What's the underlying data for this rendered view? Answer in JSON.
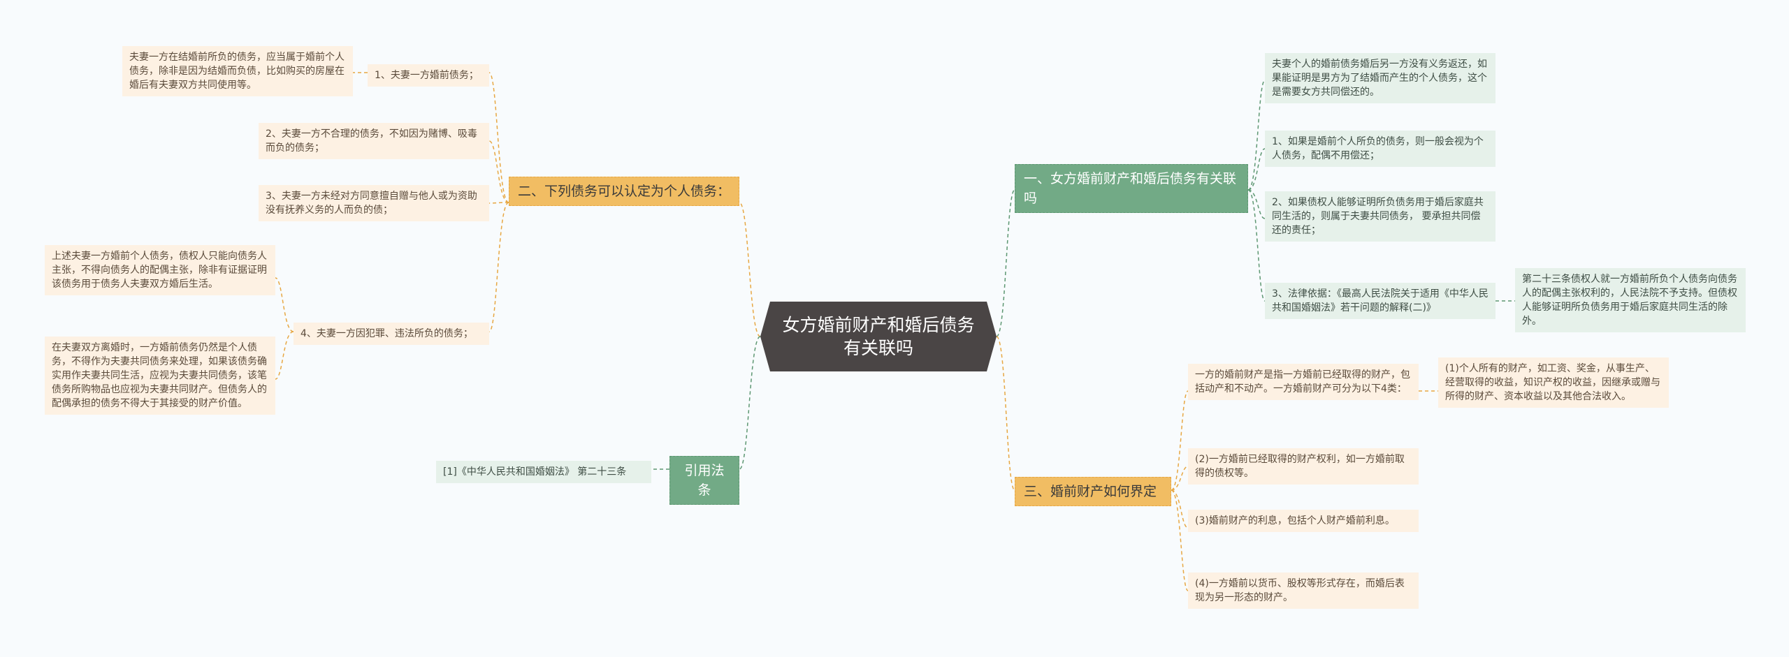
{
  "root": {
    "label": "女方婚前财产和婚后债务有关联吗"
  },
  "left": {
    "personal_debts": {
      "label": "二、下列债务可以认定为个人债务：",
      "items": [
        {
          "label": "1、夫妻一方婚前债务；",
          "note": "夫妻一方在结婚前所负的债务，应当属于婚前个人债务，除非是因为结婚而负债，比如购买的房屋在婚后有夫妻双方共同使用等。"
        },
        {
          "label": "2、夫妻一方不合理的债务，不如因为赌博、吸毒而负的债务；"
        },
        {
          "label": "3、夫妻一方未经对方同意擅自赠与他人或为资助没有抚养义务的人而负的债；"
        },
        {
          "label": "4、夫妻一方因犯罪、违法所负的债务；",
          "notes": [
            "上述夫妻一方婚前个人债务，债权人只能向债务人主张，不得向债务人的配偶主张，除非有证据证明该债务用于债务人夫妻双方婚后生活。",
            "在夫妻双方离婚时，一方婚前债务仍然是个人债务，不得作为夫妻共同债务来处理，如果该债务确实用作夫妻共同生活，应视为夫妻共同债务，该笔债务所购物品也应视为夫妻共同财产。但债务人的配偶承担的债务不得大于其接受的财产价值。"
          ]
        }
      ]
    },
    "citation": {
      "label": "引用法条",
      "item": "[1]《中华人民共和国婚姻法》 第二十三条"
    }
  },
  "right": {
    "relation": {
      "label": "一、女方婚前财产和婚后债务有关联吗",
      "items": [
        "夫妻个人的婚前债务婚后另一方没有义务返还，如果能证明是男方为了结婚而产生的个人债务，这个是需要女方共同偿还的。",
        "1、如果是婚前个人所负的债务，则一般会视为个人债务，配偶不用偿还；",
        "2、如果债权人能够证明所负债务用于婚后家庭共同生活的，则属于夫妻共同债务， 要承担共同偿还的责任；",
        "3、法律依据：《最高人民法院关于适用《中华人民共和国婚姻法》若干问题的解释(二)》"
      ],
      "law_note": "第二十三条债权人就一方婚前所负个人债务向债务人的配偶主张权利的，人民法院不予支持。但债权人能够证明所负债务用于婚后家庭共同生活的除外。"
    },
    "premarital": {
      "label": "三、婚前财产如何界定",
      "items": [
        "一方的婚前财产是指一方婚前已经取得的财产，包括动产和不动产。一方婚前财产可分为以下4类：",
        "(2)一方婚前已经取得的财产权利，如一方婚前取得的债权等。",
        "(3)婚前财产的利息，包括个人财产婚前利息。",
        "(4)一方婚前以货币、股权等形式存在，而婚后表现为另一形态的财产。"
      ],
      "sub_note": "(1)个人所有的财产，如工资、奖金，从事生产、经营取得的收益，知识产权的收益，因继承或赠与所得的财产、资本收益以及其他合法收入。"
    }
  }
}
